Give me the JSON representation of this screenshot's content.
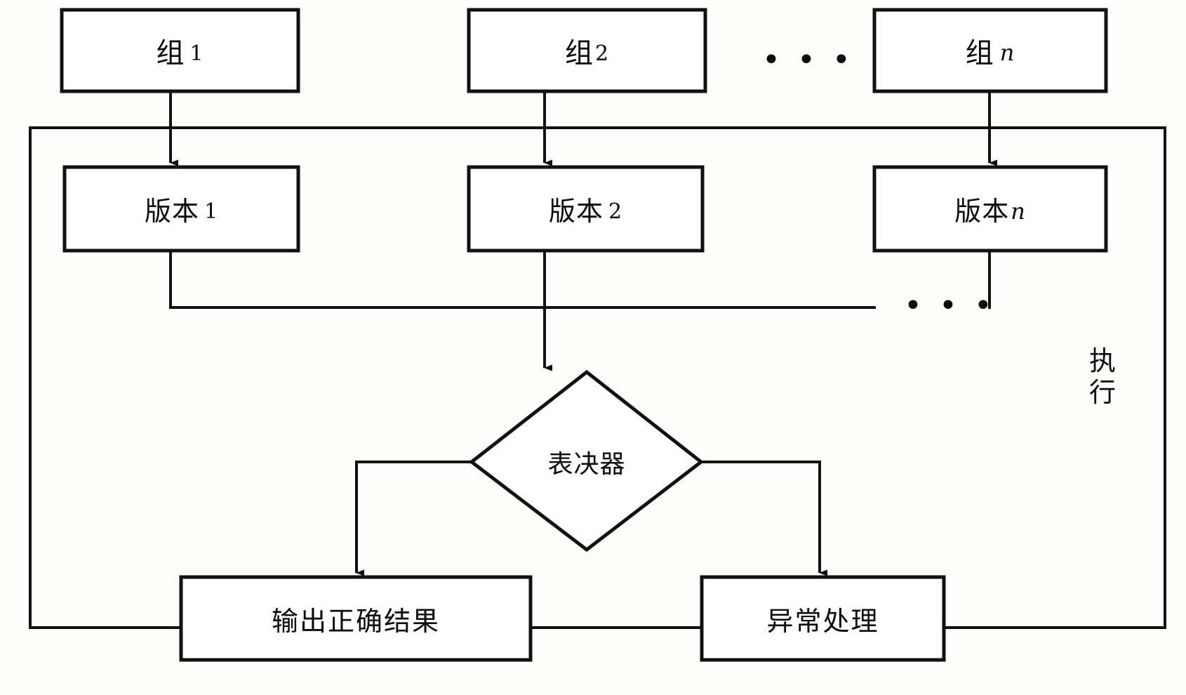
{
  "diagram": {
    "title_present": false,
    "stroke_color": "#111111",
    "fill_color": "#ffffff",
    "background_color": "#fdfdfb",
    "groups": [
      {
        "label": "组",
        "index": "1",
        "index_style": "upright"
      },
      {
        "label": "组",
        "index": "2",
        "index_style": "upright"
      },
      {
        "label": "组",
        "index": "n",
        "index_style": "italic"
      }
    ],
    "group_ellipsis": "• • •",
    "versions": [
      {
        "label": "版本",
        "index": "1",
        "index_style": "upright"
      },
      {
        "label": "版本",
        "index": "2",
        "index_style": "upright"
      },
      {
        "label": "版本",
        "index": "n",
        "index_style": "italic"
      }
    ],
    "bus_ellipsis": "• • •",
    "decision": {
      "label": "表决器"
    },
    "outcomes": [
      {
        "label": "输出正确结果"
      },
      {
        "label": "异常处理"
      }
    ],
    "container_label": {
      "char1": "执",
      "char2": "行"
    }
  }
}
